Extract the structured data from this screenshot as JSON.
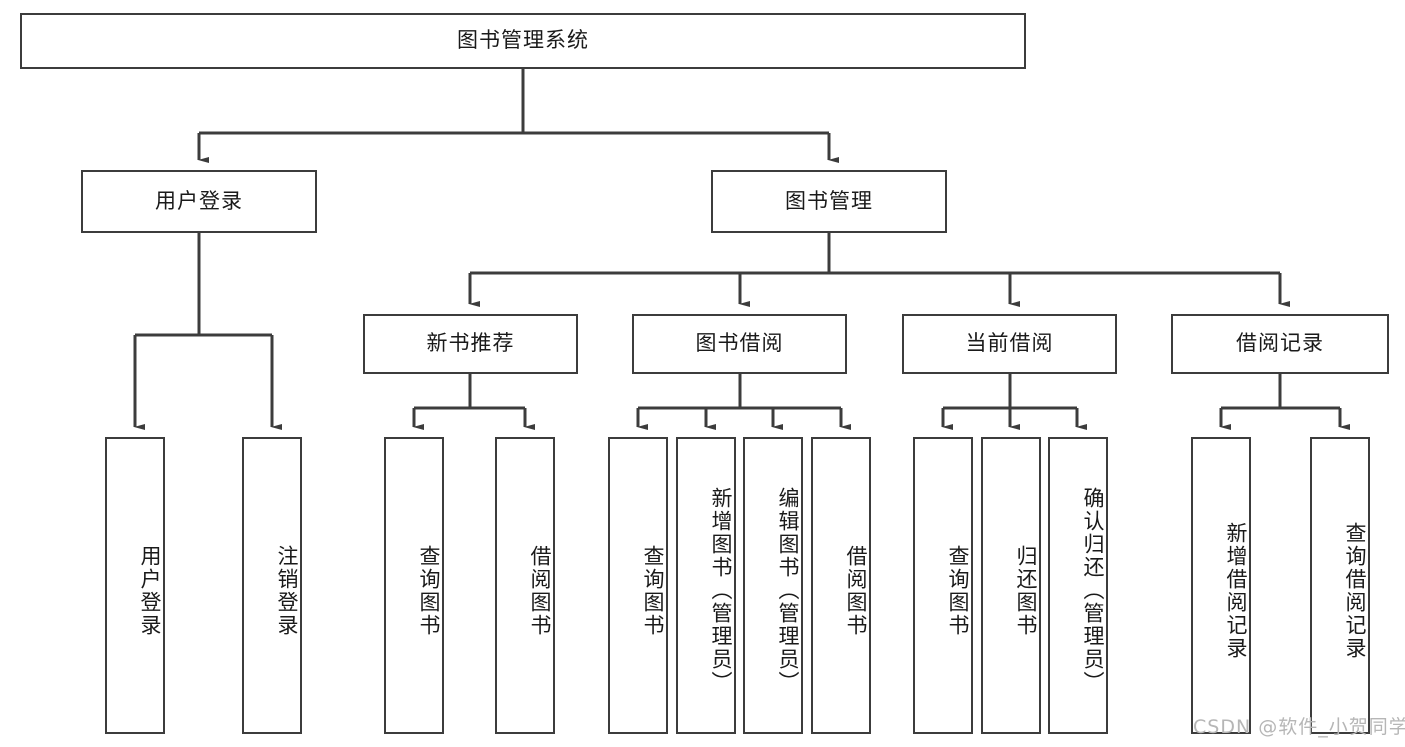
{
  "diagram": {
    "title_node": {
      "label": "图书管理系统"
    },
    "level2": [
      {
        "id": "user-login",
        "label": "用户登录"
      },
      {
        "id": "book-manage",
        "label": "图书管理"
      }
    ],
    "level3": [
      {
        "id": "new-book-recommend",
        "label": "新书推荐"
      },
      {
        "id": "book-borrow",
        "label": "图书借阅"
      },
      {
        "id": "current-borrow",
        "label": "当前借阅"
      },
      {
        "id": "borrow-record",
        "label": "借阅记录"
      }
    ],
    "leaves": [
      {
        "id": "leaf-user-login",
        "label": "用户登录"
      },
      {
        "id": "leaf-user-logout",
        "label": "注销登录"
      },
      {
        "id": "leaf-query-book-1",
        "label": "查询图书"
      },
      {
        "id": "leaf-borrow-book-1",
        "label": "借阅图书"
      },
      {
        "id": "leaf-query-book-2",
        "label": "查询图书"
      },
      {
        "id": "leaf-add-book",
        "label": "新增图书（管理员）"
      },
      {
        "id": "leaf-edit-book",
        "label": "编辑图书（管理员）"
      },
      {
        "id": "leaf-borrow-book-2",
        "label": "借阅图书"
      },
      {
        "id": "leaf-query-book-3",
        "label": "查询图书"
      },
      {
        "id": "leaf-return-book",
        "label": "归还图书"
      },
      {
        "id": "leaf-confirm-return",
        "label": "确认归还（管理员）"
      },
      {
        "id": "leaf-add-record",
        "label": "新增借阅记录"
      },
      {
        "id": "leaf-query-record",
        "label": "查询借阅记录"
      }
    ],
    "watermark": {
      "text": "CSDN @软件_小贺同学"
    },
    "colors": {
      "stroke": "#3c3c3c",
      "fill": "#ffffff",
      "text": "#1a1a1a",
      "watermark": "#b6b6b6"
    }
  }
}
